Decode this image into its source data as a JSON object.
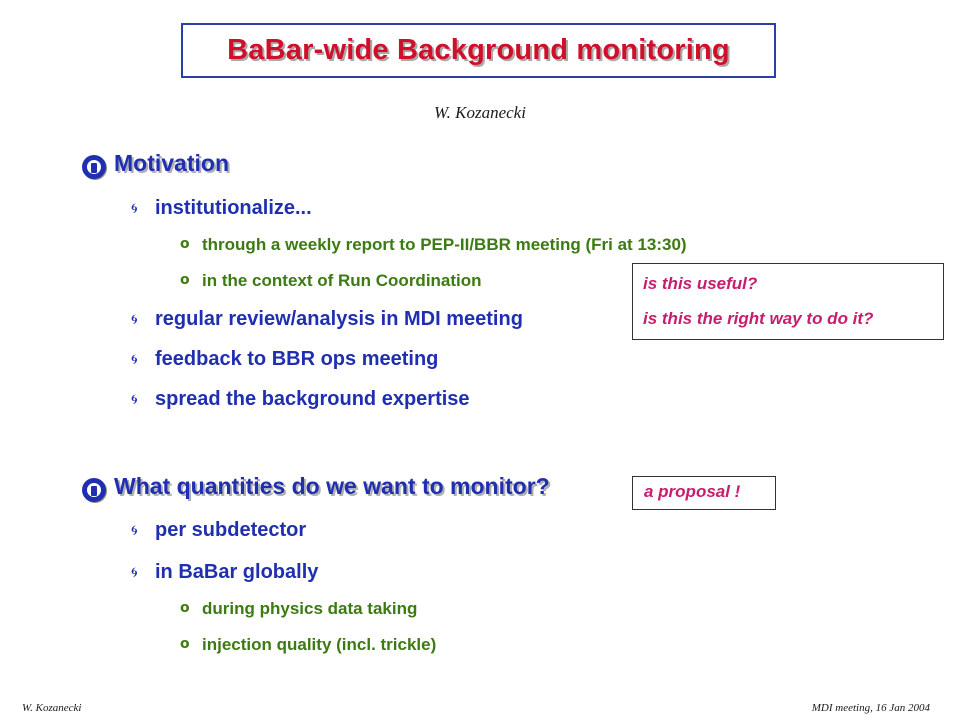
{
  "title": "BaBar-wide Background monitoring",
  "author": "W. Kozanecki",
  "sections": [
    {
      "heading": "Motivation",
      "items": [
        {
          "text": "institutionalize...",
          "sub": [
            "through a weekly report to PEP-II/BBR meeting (Fri at 13:30)",
            "in the context of Run Coordination"
          ]
        },
        {
          "text": "regular review/analysis in MDI meeting"
        },
        {
          "text": "feedback to BBR ops meeting"
        },
        {
          "text": "spread the background expertise"
        }
      ]
    },
    {
      "heading": "What quantities do we want to monitor?",
      "items": [
        {
          "text": "per subdetector"
        },
        {
          "text": "in BaBar globally",
          "sub": [
            "during physics data taking",
            "injection quality (incl. trickle)"
          ]
        }
      ]
    }
  ],
  "notes": {
    "useful_line1": "is this useful?",
    "useful_line2": "is this the right way to do it?",
    "proposal": "a proposal !"
  },
  "footer": {
    "left": "W. Kozanecki",
    "right": "MDI meeting, 16 Jan 2004"
  },
  "icons": {
    "level1_bullet": "circle-bullet-icon",
    "level2_bullet": "spiral-bullet-icon",
    "level3_bullet": "ring-bullet-icon"
  },
  "colors": {
    "title": "#d0102a",
    "primary_text": "#1f2fb0",
    "secondary_text": "#3c7a12",
    "note_text": "#c81c6e",
    "title_border": "#2b3fa8"
  }
}
